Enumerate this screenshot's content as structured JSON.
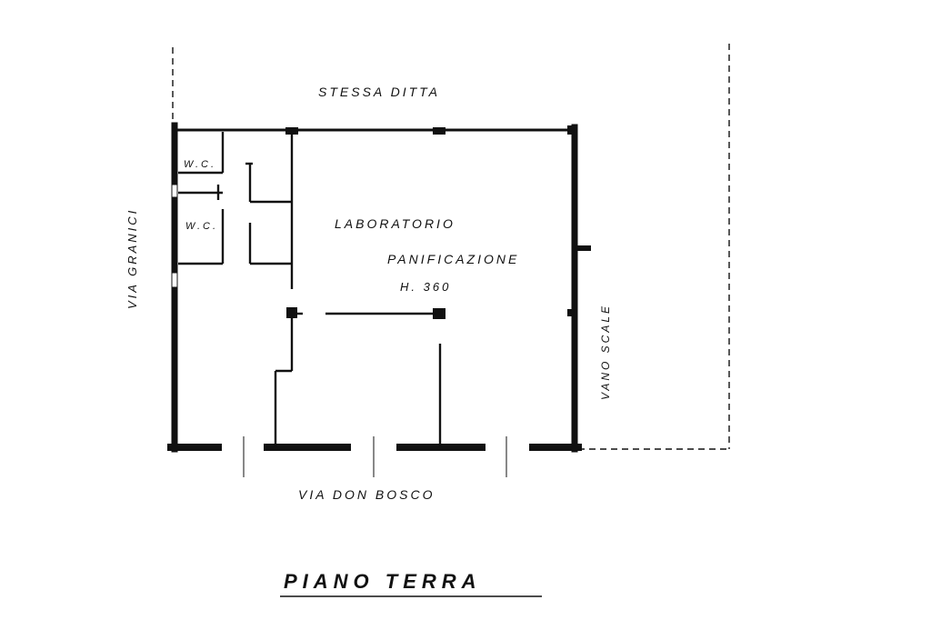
{
  "plan": {
    "top_label": "STESSA DITTA",
    "left_label": "VIA GRANICI",
    "right_label": "VANO SCALE",
    "bottom_label": "VIA DON BOSCO",
    "room_name_line1": "LABORATORIO",
    "room_name_line2": "PANIFICAZIONE",
    "room_height": "H. 360",
    "wc_upper": "W.C.",
    "wc_lower": "W.C.",
    "title": "PIANO TERRA"
  },
  "colors": {
    "ink": "#111111",
    "paper": "#ffffff"
  }
}
